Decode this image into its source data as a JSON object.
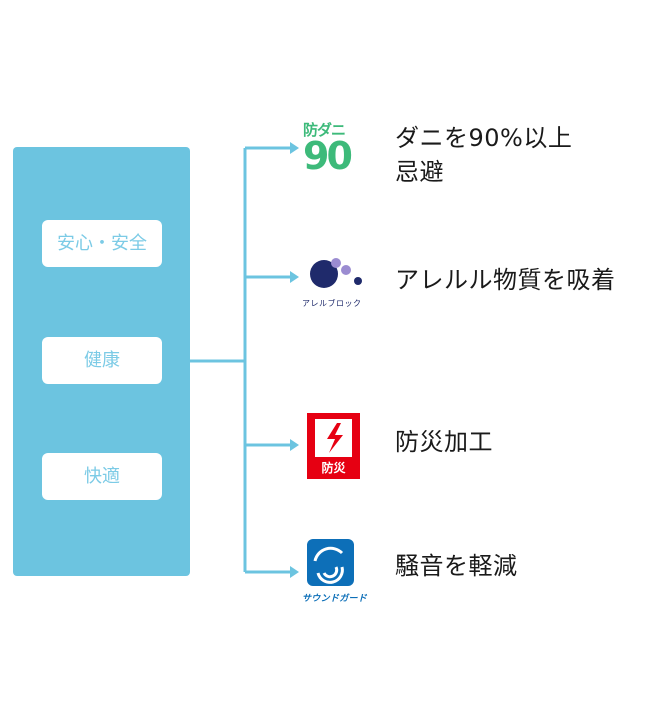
{
  "categories": [
    {
      "label": "安心・安全"
    },
    {
      "label": "健康"
    },
    {
      "label": "快適"
    }
  ],
  "features": [
    {
      "logo_text_top": "防ダニ",
      "logo_text_num": "90",
      "text_line1": "ダニを90%以上",
      "text_line2": "忌避"
    },
    {
      "logo_caption": "アレルブロック",
      "text_line1": "アレルル物質を吸着"
    },
    {
      "logo_caption": "防災",
      "text_line1": "防災加工"
    },
    {
      "logo_caption": "サウンドガード",
      "text_line1": "騒音を軽減"
    }
  ],
  "colors": {
    "panel": "#6cc4e0",
    "connector": "#6cc4e0",
    "logo_green": "#3dba7a",
    "logo_navy": "#1f2a6b",
    "logo_purple": "#9b8cd1",
    "logo_red": "#e60012",
    "logo_blue": "#0d6fb8"
  }
}
